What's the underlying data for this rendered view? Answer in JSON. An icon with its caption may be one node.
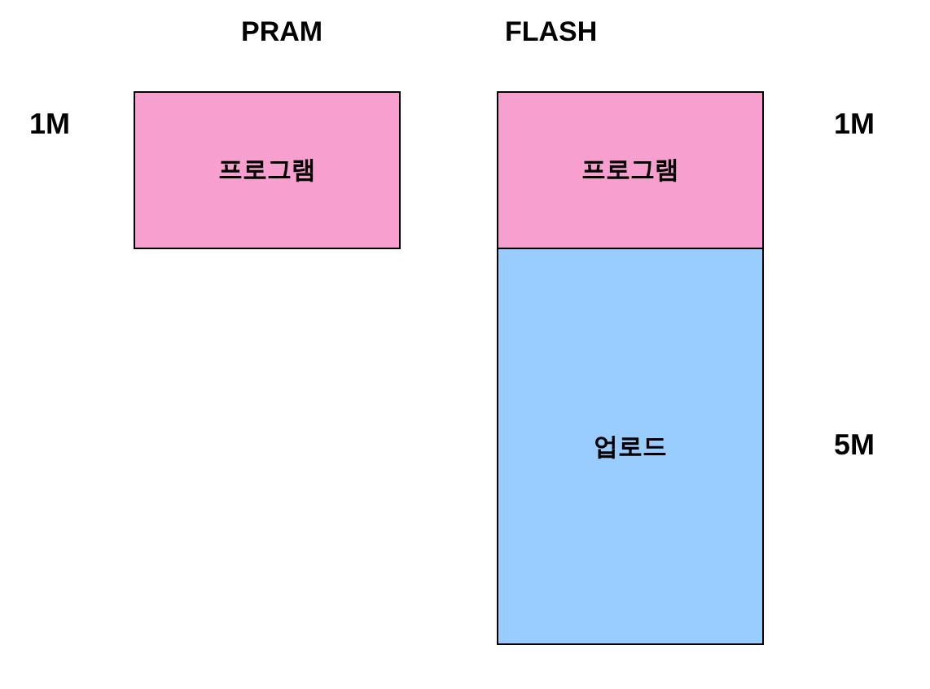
{
  "diagram": {
    "nodes": [
      {
        "text": [
          "프로그램"
        ],
        "beside": [
          "1M"
        ]
      },
      {
        "text": [
          "프로그램"
        ],
        "beside": [
          "1M"
        ]
      },
      {
        "text": [
          "업로드"
        ],
        "beside": [
          "5M"
        ]
      }
    ],
    "labels": [
      "PRAM",
      "FLASH"
    ]
  }
}
